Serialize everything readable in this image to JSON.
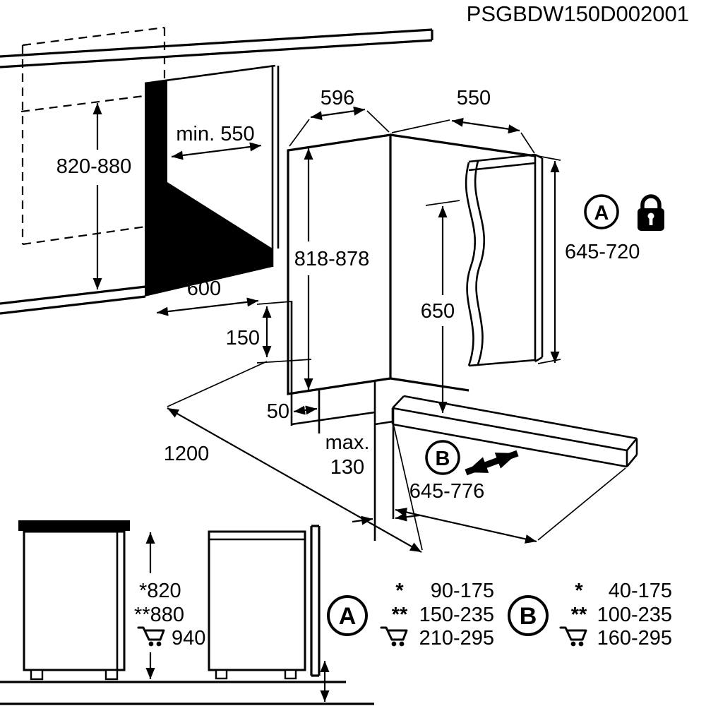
{
  "title": "PSGBDW150D002001",
  "colors": {
    "ink": "#000000",
    "background": "#ffffff"
  },
  "niche": {
    "height": "820-880",
    "depth": "min. 550",
    "width": "600"
  },
  "appliance": {
    "width": "596",
    "depth": "550",
    "height": "818-878",
    "front_height": "650",
    "panel_height": "645-720",
    "plinth_height": "150",
    "plinth_offset": "50",
    "door_clearance": "1200",
    "toe_max_label": "max.",
    "toe_max_value": "130",
    "toe_panel_range": "645-776"
  },
  "badges": {
    "a": "A",
    "b": "B"
  },
  "side_view": {
    "heights": [
      "*820",
      "**880",
      "940"
    ]
  },
  "legend": {
    "a": {
      "label": "A",
      "rows": [
        {
          "mark": "*",
          "value": "90-175"
        },
        {
          "mark": "**",
          "value": "150-235"
        },
        {
          "mark": "cart-icon",
          "value": "210-295"
        }
      ]
    },
    "b": {
      "label": "B",
      "rows": [
        {
          "mark": "*",
          "value": "40-175"
        },
        {
          "mark": "**",
          "value": "100-235"
        },
        {
          "mark": "cart-icon",
          "value": "160-295"
        }
      ]
    }
  }
}
